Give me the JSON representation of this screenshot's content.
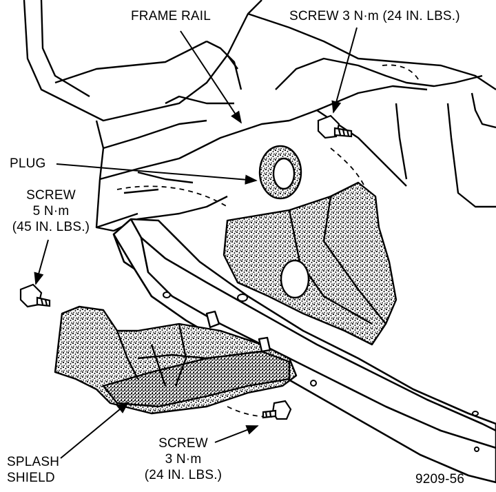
{
  "labels": {
    "frame_rail": "FRAME RAIL",
    "screw_top": "SCREW 3 N·m (24 IN. LBS.)",
    "plug": "PLUG",
    "screw_left": [
      "SCREW",
      "5 N·m",
      "(45 IN. LBS.)"
    ],
    "screw_bottom": [
      "SCREW",
      "3 N·m",
      "(24 IN. LBS.)"
    ],
    "splash_shield": [
      "SPLASH",
      "SHIELD"
    ],
    "figure_id": "9209-56"
  },
  "colors": {
    "ink": "#000000",
    "paper": "#ffffff"
  }
}
